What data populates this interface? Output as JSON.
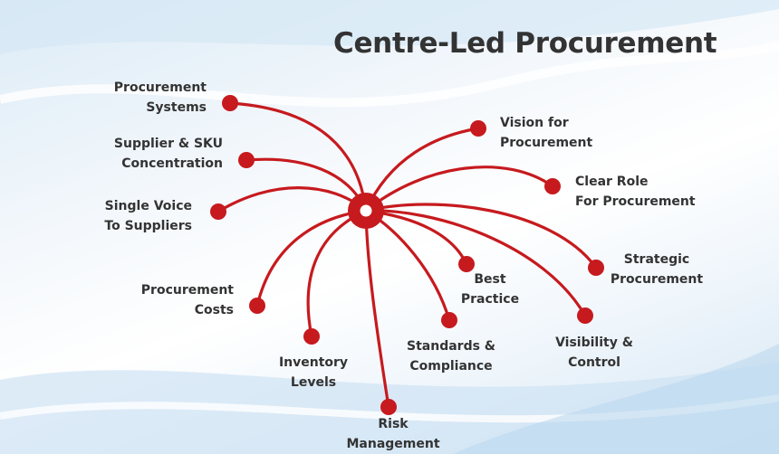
{
  "title": "Centre-Led Procurement",
  "colors": {
    "spoke": "#c61a1e",
    "text": "#333333",
    "hub_inner": "#ffffff"
  },
  "nodes": [
    {
      "id": "procurement-systems",
      "lines": [
        "Procurement",
        "Systems"
      ]
    },
    {
      "id": "supplier-sku-concentration",
      "lines": [
        "Supplier & SKU",
        "Concentration"
      ]
    },
    {
      "id": "single-voice",
      "lines": [
        "Single Voice",
        "To Suppliers"
      ]
    },
    {
      "id": "procurement-costs",
      "lines": [
        "Procurement",
        "Costs"
      ]
    },
    {
      "id": "inventory-levels",
      "lines": [
        "Inventory",
        "Levels"
      ]
    },
    {
      "id": "risk-management",
      "lines": [
        "Risk",
        "Management"
      ]
    },
    {
      "id": "standards-compliance",
      "lines": [
        "Standards &",
        "Compliance"
      ]
    },
    {
      "id": "best-practice",
      "lines": [
        "Best",
        "Practice"
      ]
    },
    {
      "id": "visibility-control",
      "lines": [
        "Visibility &",
        "Control"
      ]
    },
    {
      "id": "strategic-procurement",
      "lines": [
        "Strategic",
        "Procurement"
      ]
    },
    {
      "id": "clear-role",
      "lines": [
        "Clear Role",
        "For Procurement"
      ]
    },
    {
      "id": "vision",
      "lines": [
        "Vision for",
        "Procurement"
      ]
    }
  ]
}
